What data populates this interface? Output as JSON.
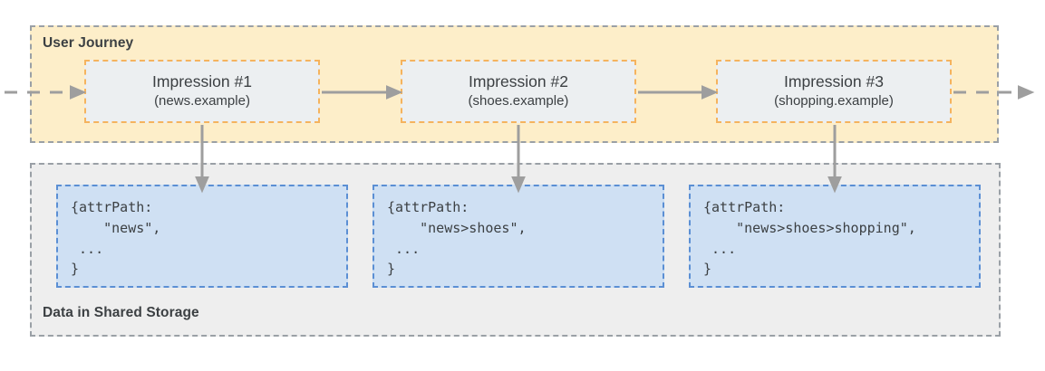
{
  "diagram": {
    "title_journey": "User Journey",
    "title_storage": "Data in Shared Storage",
    "colors": {
      "journey_fill": "#fdeec9",
      "storage_fill": "#eeeeee",
      "impression_fill": "#eceff1",
      "impression_border": "#f5b35e",
      "data_fill": "#cfe0f3",
      "data_border": "#5b8fd4",
      "region_border": "#9aa0a6",
      "arrow": "#9e9e9e",
      "text": "#3c4043"
    }
  },
  "impressions": [
    {
      "title": "Impression #1",
      "site": "(news.example)"
    },
    {
      "title": "Impression #2",
      "site": "(shoes.example)"
    },
    {
      "title": "Impression #3",
      "site": "(shopping.example)"
    }
  ],
  "data_entries": [
    {
      "code": "{attrPath:\n    \"news\",\n ...\n}"
    },
    {
      "code": "{attrPath:\n    \"news>shoes\",\n ...\n}"
    },
    {
      "code": "{attrPath:\n    \"news>shoes>shopping\",\n ...\n}"
    }
  ]
}
